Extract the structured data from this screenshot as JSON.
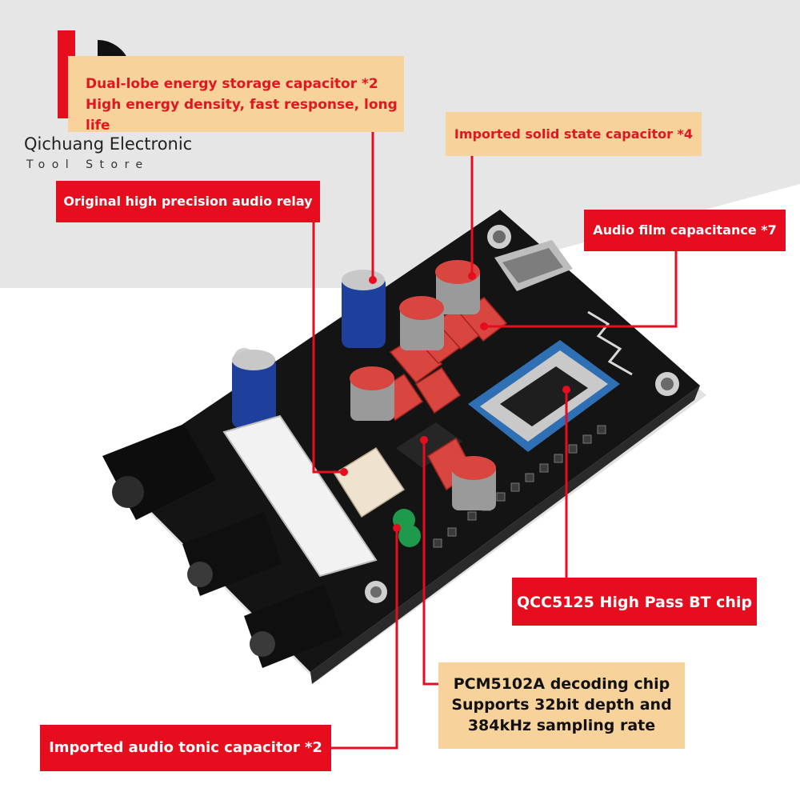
{
  "brand": {
    "name": "Qichuang Electronic",
    "subtitle": "Tool Store"
  },
  "callouts": {
    "energy_capacitor": {
      "line1": "Dual-lobe energy storage capacitor *2",
      "line2": "High energy density, fast response, long life"
    },
    "solid_capacitor": "Imported solid state capacitor *4",
    "audio_relay": "Original high precision audio relay",
    "film_capacitance": "Audio film capacitance *7",
    "bt_chip": "QCC5125 High Pass BT chip",
    "decoding_chip": {
      "line1": "PCM5102A decoding chip",
      "line2": "Supports 32bit depth and",
      "line3": "384kHz sampling rate"
    },
    "tonic_capacitor": "Imported audio tonic capacitor *2"
  },
  "colors": {
    "accent_red": "#e50d1e",
    "peach": "#f8d29b",
    "pcb_black": "#141414",
    "bt_module_blue": "#2f6fb4",
    "film_cap_red": "#d9453f",
    "electrolytic_blue": "#1e3f9c"
  }
}
